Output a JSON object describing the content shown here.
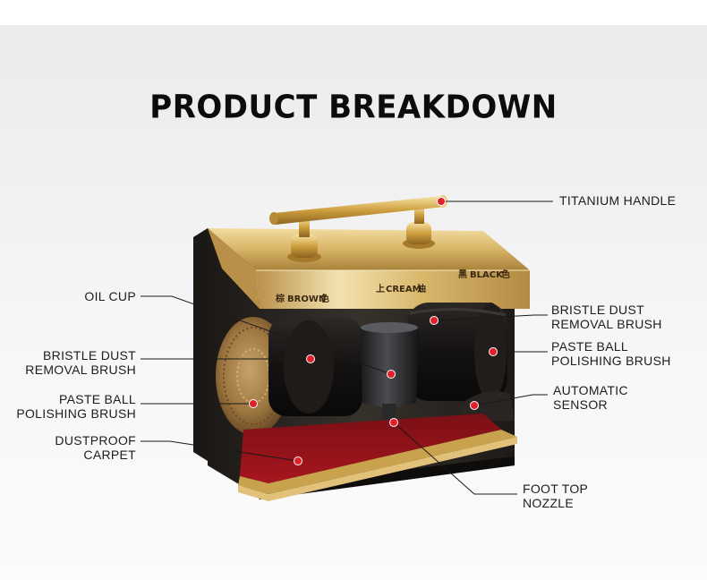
{
  "title": "PRODUCT BREAKDOWN",
  "machine_text": {
    "brown_cn": "棕",
    "brown_en": "BROWN",
    "brown_cn2": "色",
    "cream_cn": "上",
    "cream_en": "CREAM",
    "cream_cn2": "油",
    "black_cn": "黑",
    "black_en": "BLACK",
    "black_cn2": "色"
  },
  "labels": {
    "titanium_handle": "TITANIUM HANDLE",
    "oil_cup": "OIL CUP",
    "bristle_left": "BRISTLE DUST\nREMOVAL BRUSH",
    "paste_left": "PASTE BALL\nPOLISHING BRUSH",
    "carpet": "DUSTPROOF\nCARPET",
    "bristle_right": "BRISTLE DUST\nREMOVAL BRUSH",
    "paste_right": "PASTE BALL\nPOLISHING BRUSH",
    "sensor": "AUTOMATIC\nSENSOR",
    "nozzle": "FOOT TOP\nNOZZLE"
  },
  "colors": {
    "gold": "#c9a24e",
    "callout_dot": "#e0212b",
    "leader_line": "#1a1a1a",
    "carpet": "#8a1218",
    "body": "#2a2622"
  }
}
